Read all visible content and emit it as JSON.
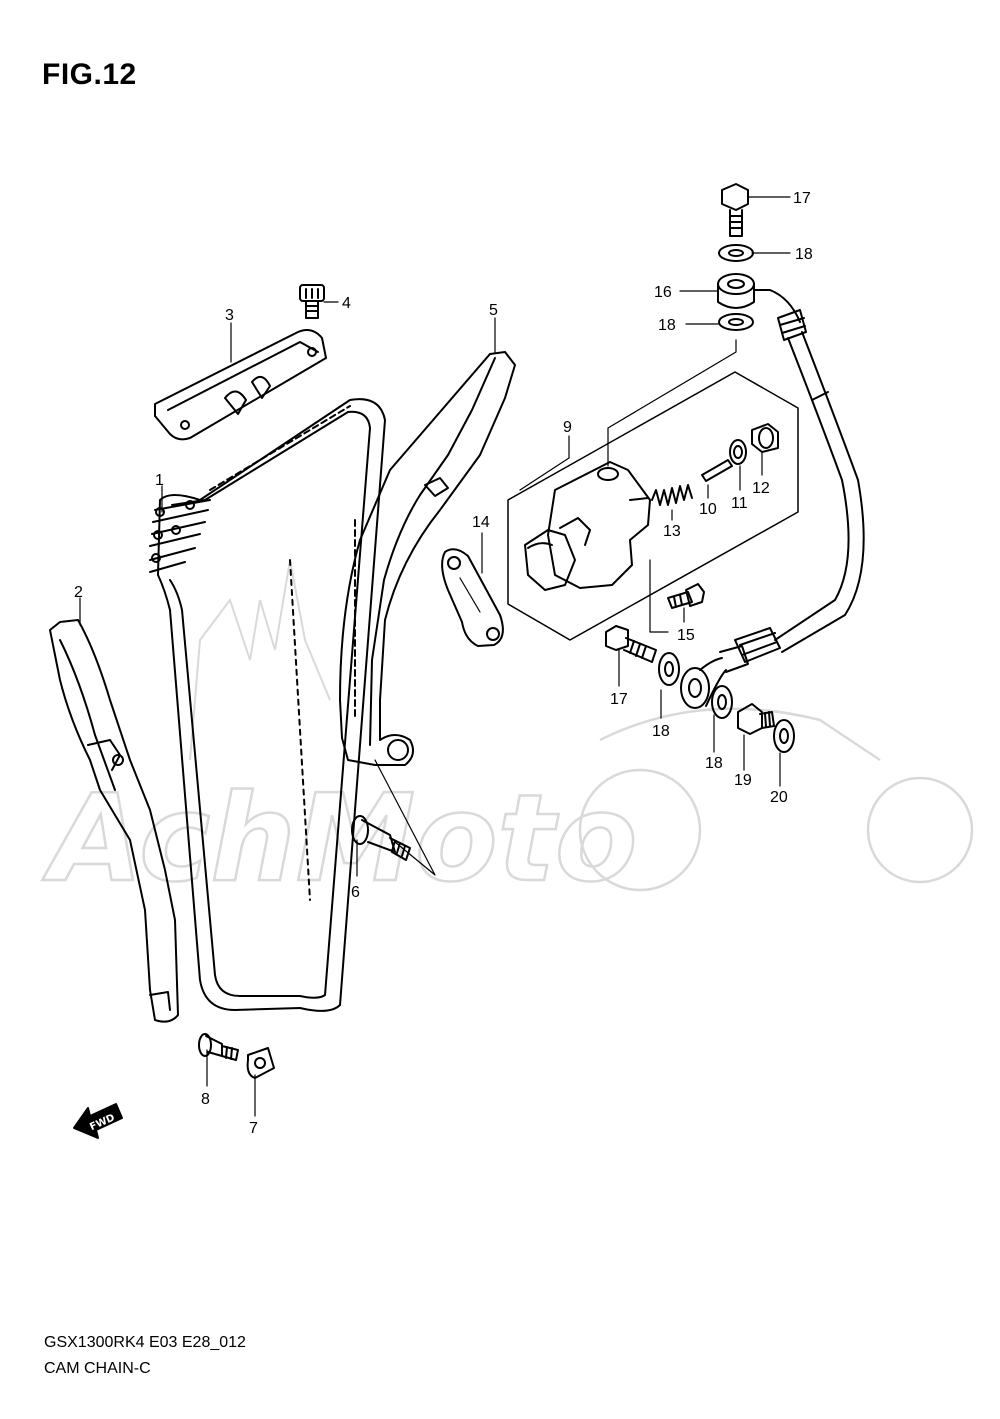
{
  "figure_title": "FIG.12",
  "model_code": "GSX1300RK4 E03 E28_012",
  "diagram_name": "CAM CHAIN-C",
  "watermark_text": "AchMoto",
  "fwd_label": "FWD",
  "callouts": {
    "c1": "1",
    "c2": "2",
    "c3": "3",
    "c4": "4",
    "c5": "5",
    "c6": "6",
    "c7": "7",
    "c8": "8",
    "c9": "9",
    "c10": "10",
    "c11": "11",
    "c12": "12",
    "c13": "13",
    "c14": "14",
    "c15": "15",
    "c16": "16",
    "c17a": "17",
    "c17b": "17",
    "c18a": "18",
    "c18b": "18",
    "c18c": "18",
    "c18d": "18",
    "c19": "19",
    "c20": "20"
  },
  "colors": {
    "line": "#000000",
    "watermark": "#d9d9d9",
    "background": "#ffffff"
  }
}
